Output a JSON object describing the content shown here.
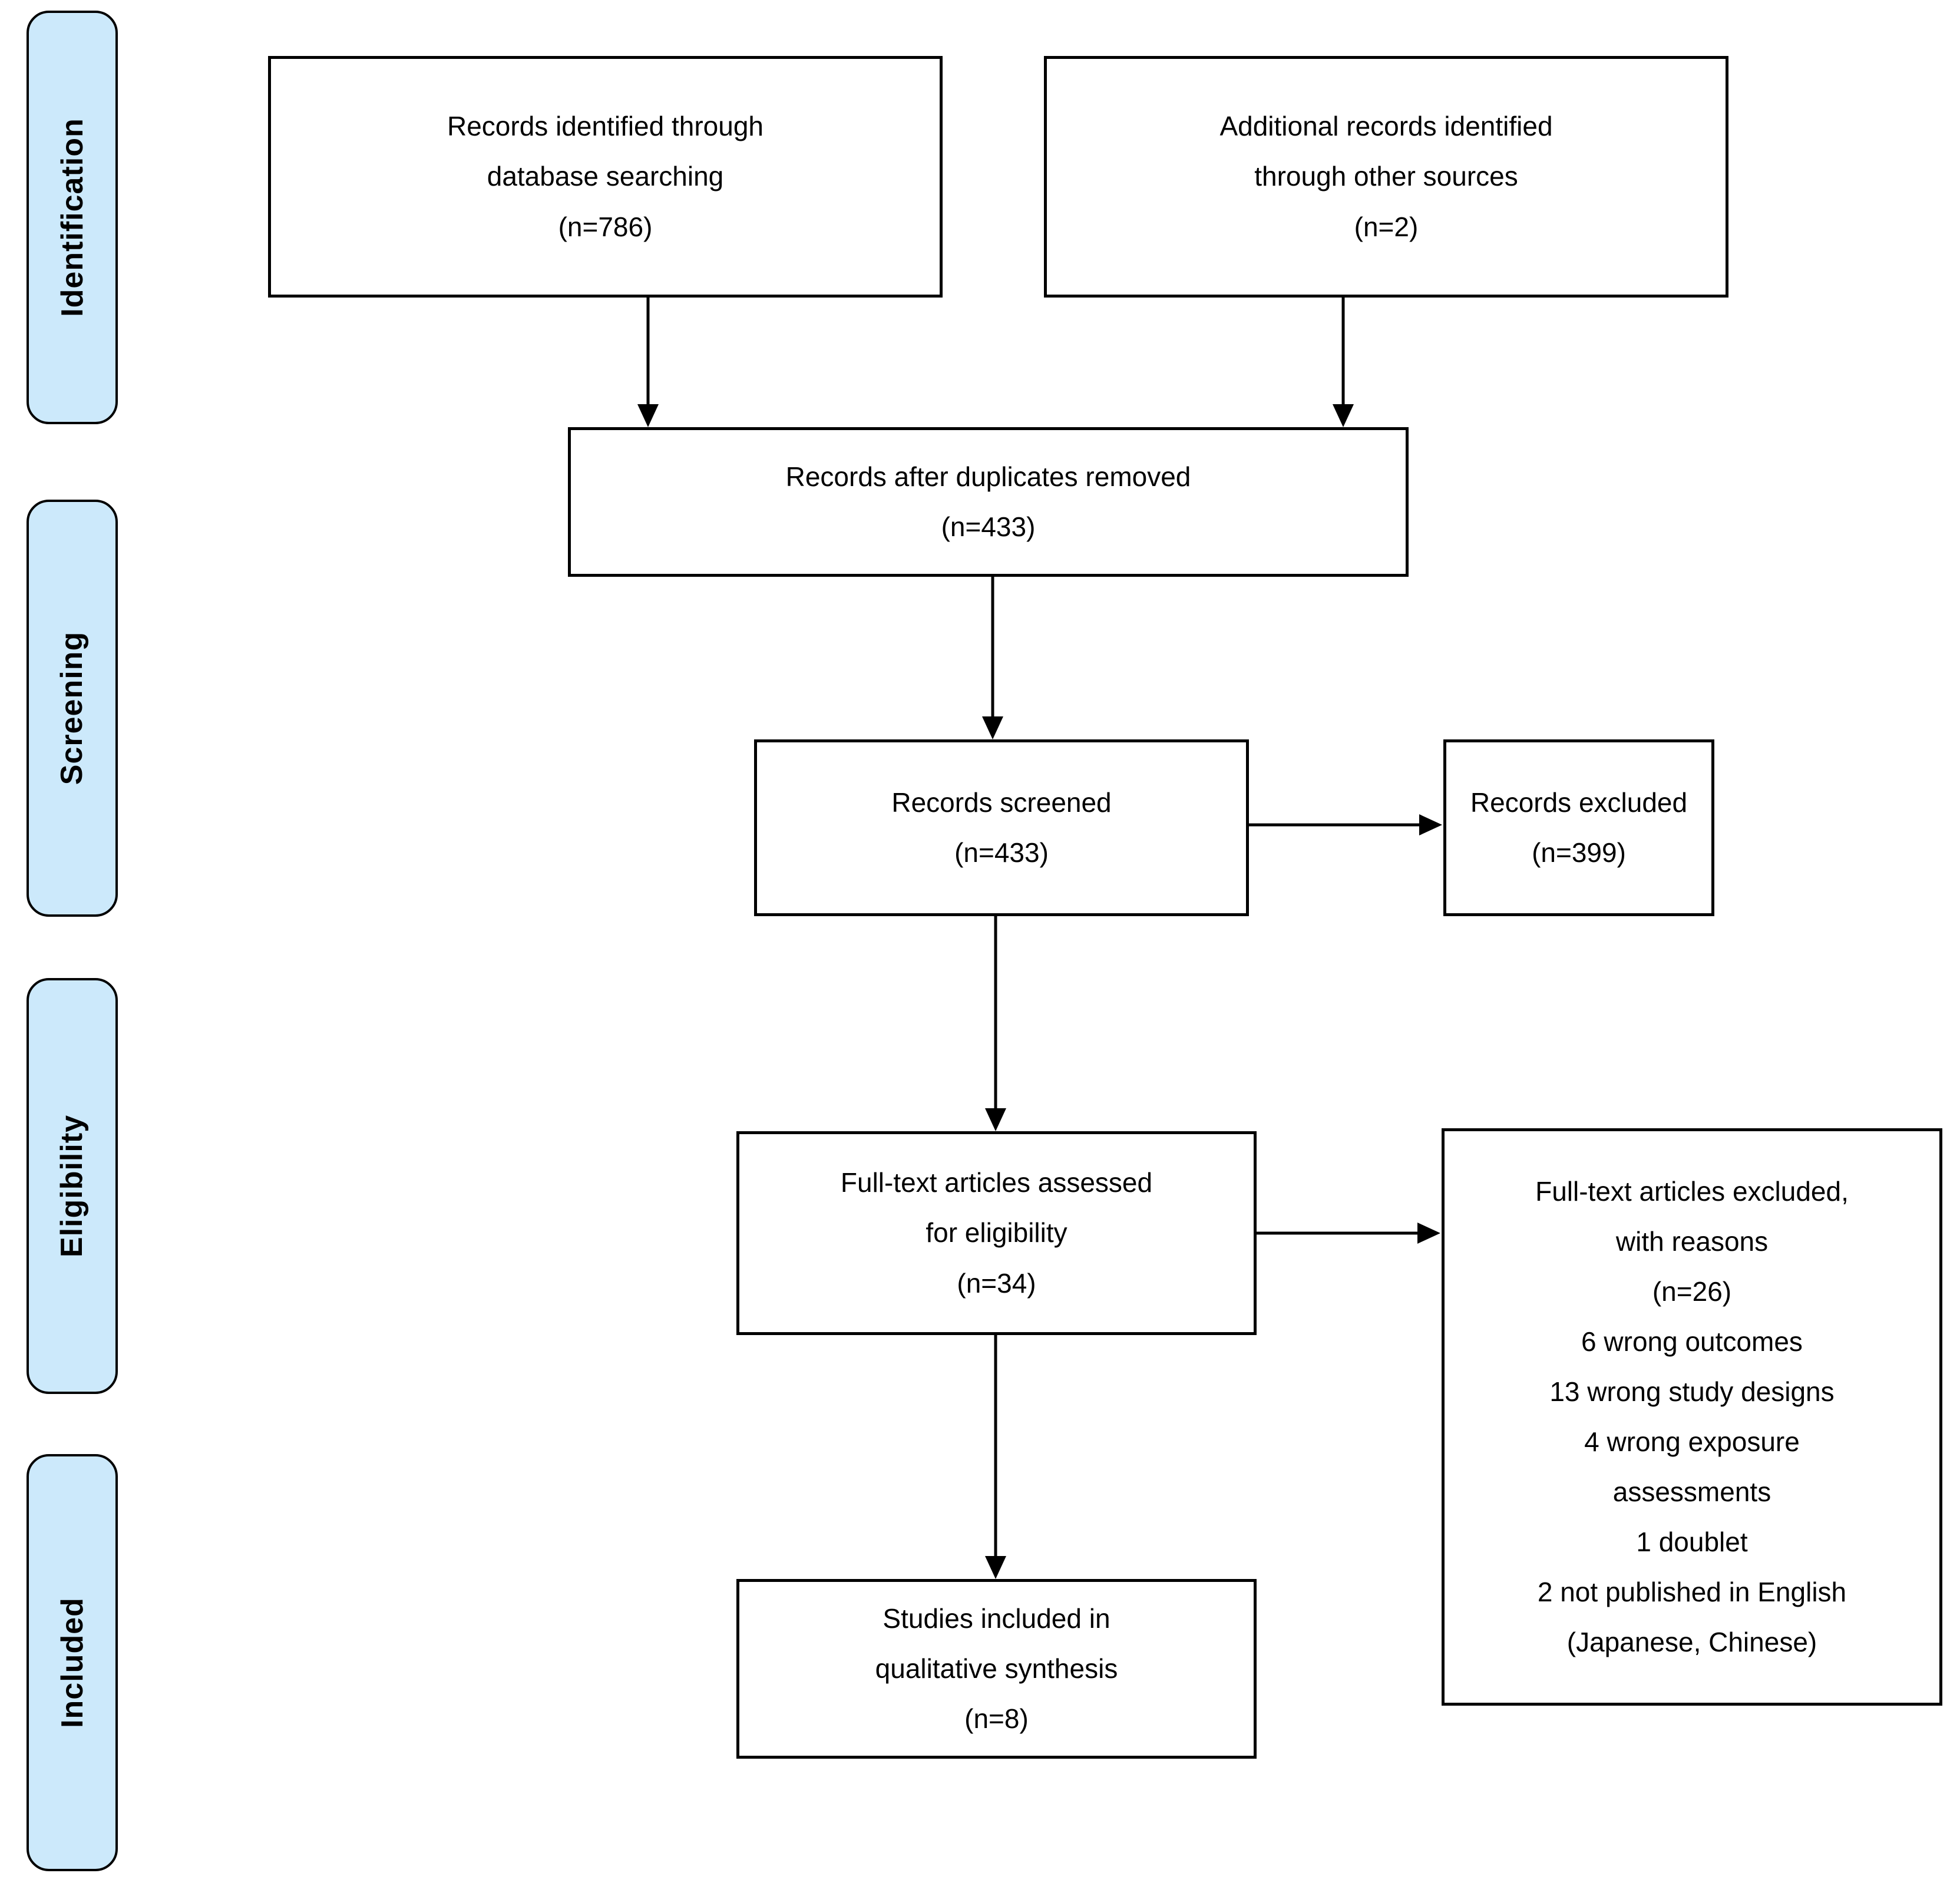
{
  "figure": {
    "type": "prisma-flow-diagram",
    "background_color": "#ffffff",
    "stage_label_fill": "#cce9fb",
    "stage_label_border_color": "#000000",
    "flow_box_fill": "#ffffff",
    "flow_box_border_color": "#000000",
    "text_color": "#000000"
  },
  "stages": [
    {
      "id": "identification",
      "label": "Identification"
    },
    {
      "id": "screening",
      "label": "Screening"
    },
    {
      "id": "eligibility",
      "label": "Eligibility"
    },
    {
      "id": "included",
      "label": "Included"
    }
  ],
  "boxes": [
    {
      "id": "records-identified",
      "lines": [
        "Records identified through",
        "database searching",
        "(n=786)"
      ]
    },
    {
      "id": "additional-records",
      "lines": [
        "Additional records identified",
        "through other sources",
        "(n=2)"
      ]
    },
    {
      "id": "after-duplicates",
      "lines": [
        "Records after duplicates removed",
        "(n=433)"
      ]
    },
    {
      "id": "records-screened",
      "lines": [
        "Records screened",
        "(n=433)"
      ]
    },
    {
      "id": "records-excluded",
      "lines": [
        "Records excluded",
        "(n=399)"
      ]
    },
    {
      "id": "fulltext-assessed",
      "lines": [
        "Full-text articles assessed",
        "for eligibility",
        "(n=34)"
      ]
    },
    {
      "id": "fulltext-excluded",
      "lines": [
        "Full-text articles excluded,",
        "with reasons",
        "(n=26)",
        "6 wrong outcomes",
        "13 wrong study designs",
        "4 wrong exposure",
        "assessments",
        "1 doublet",
        "2 not published in English",
        "(Japanese, Chinese)"
      ]
    },
    {
      "id": "studies-included",
      "lines": [
        "Studies included in",
        "qualitative synthesis",
        "(n=8)"
      ]
    }
  ]
}
